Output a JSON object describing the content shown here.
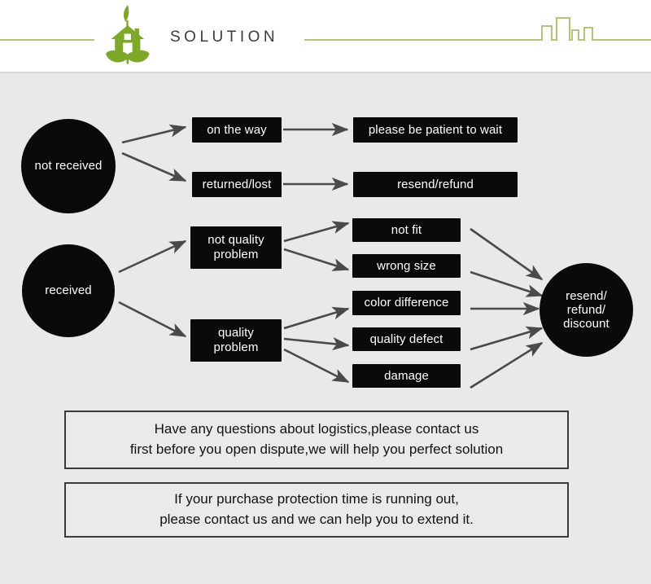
{
  "header": {
    "title": "SOLUTION",
    "logo_icon": "eco-house-leaf-logo",
    "skyline_icon": "city-skyline-icon",
    "accent_color": "#b5c47a",
    "title_color": "#3c3c3c"
  },
  "diagram": {
    "node_fill": "#0a0a0a",
    "node_text_color": "#ffffff",
    "arrow_color": "#4a4a4a",
    "nodes": {
      "not_received": "not received",
      "received": "received",
      "on_the_way": "on the way",
      "returned_lost": "returned/lost",
      "please_wait": "please be patient to wait",
      "resend_refund": "resend/refund",
      "not_quality_problem": "not quality problem",
      "quality_problem": "quality problem",
      "not_fit": "not fit",
      "wrong_size": "wrong size",
      "color_difference": "color difference",
      "quality_defect": "quality defect",
      "damage": "damage",
      "resend_refund_discount": "resend/ refund/ discount"
    },
    "node_lines": {
      "not_received": [
        "not",
        "received"
      ],
      "not_quality_problem": [
        "not quality",
        "problem"
      ],
      "quality_problem": [
        "quality",
        "problem"
      ],
      "resend_refund_discount": [
        "resend/",
        "refund/",
        "discount"
      ]
    }
  },
  "notes": [
    {
      "id": "logistics-note",
      "line1": "Have any questions about logistics,please contact us",
      "line2": "first before you open dispute,we will help you perfect solution"
    },
    {
      "id": "protection-note",
      "line1": "If your purchase protection time is running out,",
      "line2": "please contact us and we can help you to extend it."
    }
  ]
}
